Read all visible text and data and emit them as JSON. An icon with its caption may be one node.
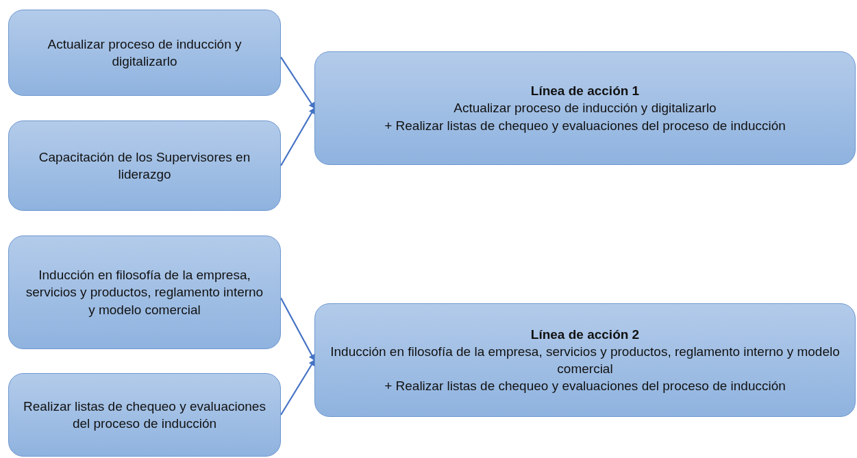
{
  "diagram": {
    "nodes": [
      {
        "text": [
          "Actualizar proceso de inducción y digitalizarlo"
        ]
      },
      {
        "text": [
          "Capacitación de los Supervisores en liderazgo"
        ]
      },
      {
        "text": [
          "Inducción en filosofía de la empresa, servicios y productos, reglamento interno y modelo comercial"
        ]
      },
      {
        "text": [
          "Realizar listas de chequeo y evaluaciones del proceso de inducción"
        ]
      },
      {
        "text": [
          "Línea de acción 1",
          "Actualizar proceso de inducción y digitalizarlo",
          "+ Realizar listas de chequeo y evaluaciones del proceso de inducción"
        ]
      },
      {
        "text": [
          "Línea de acción 2",
          "Inducción en filosofía de la empresa, servicios y productos, reglamento interno y modelo comercial",
          "+ Realizar listas de chequeo y evaluaciones del proceso de inducción"
        ]
      }
    ],
    "edges": [
      {
        "from": 0,
        "to": 4,
        "arrow": "to"
      },
      {
        "from": 1,
        "to": 4,
        "arrow": "to"
      },
      {
        "from": 2,
        "to": 5,
        "arrow": "to"
      },
      {
        "from": 3,
        "to": 5,
        "arrow": "to"
      }
    ]
  }
}
